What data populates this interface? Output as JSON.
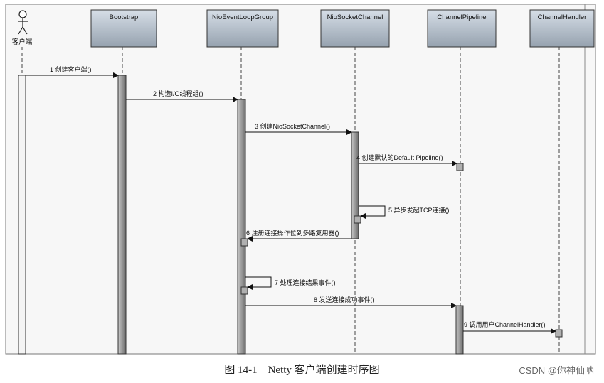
{
  "actor": {
    "label": "客户端"
  },
  "participants": [
    {
      "id": "bootstrap",
      "label": "Bootstrap"
    },
    {
      "id": "nioeventloopgroup",
      "label": "NioEventLoopGroup"
    },
    {
      "id": "niosocketchannel",
      "label": "NioSocketChannel"
    },
    {
      "id": "channelpipeline",
      "label": "ChannelPipeline"
    },
    {
      "id": "channelhandler",
      "label": "ChannelHandler"
    }
  ],
  "messages": [
    {
      "label": "1 创建客户端()"
    },
    {
      "label": "2 构造I/O线程组()"
    },
    {
      "label": "3 创建NioSocketChannel()"
    },
    {
      "label": "4 创建默认的Default Pipeline()"
    },
    {
      "label": "5 异步发起TCP连接()"
    },
    {
      "label": "6 注册连接操作位到多路复用器()"
    },
    {
      "label": "7 处理连接结果事件()"
    },
    {
      "label": "8 发送连接成功事件()"
    },
    {
      "label": "9 调用用户ChannelHandler()"
    }
  ],
  "caption": "图 14-1　Netty 客户端创建时序图",
  "watermark": "CSDN @你神仙呐"
}
